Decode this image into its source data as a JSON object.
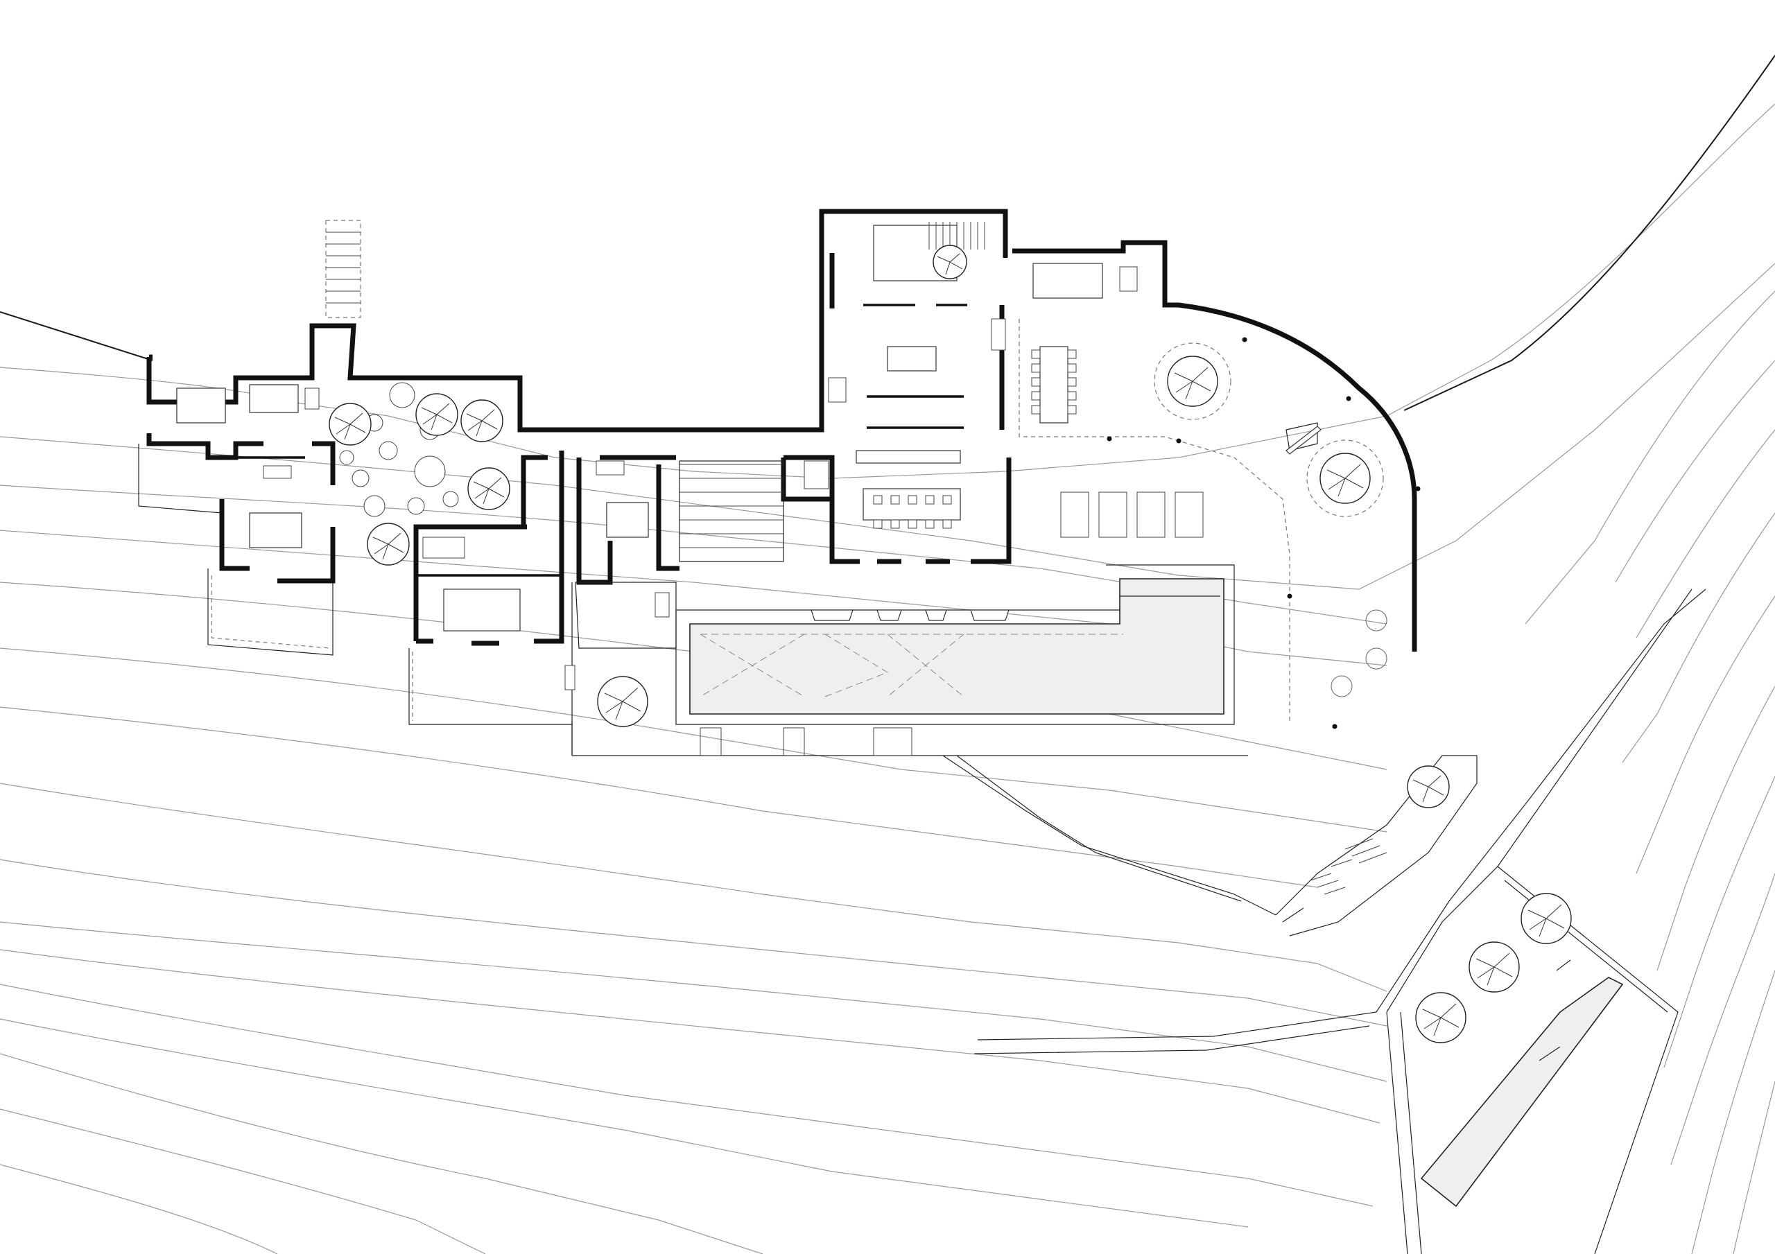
{
  "drawing": {
    "kind": "architectural-site-plan",
    "labels": [],
    "colors": {
      "background": "#ffffff",
      "wall": "#111111",
      "contour": "#9a9a9a",
      "pool_fill": "#efefef"
    },
    "trees": 13,
    "icons": [
      "tree-symbol",
      "stair-symbol",
      "column-dot"
    ]
  }
}
